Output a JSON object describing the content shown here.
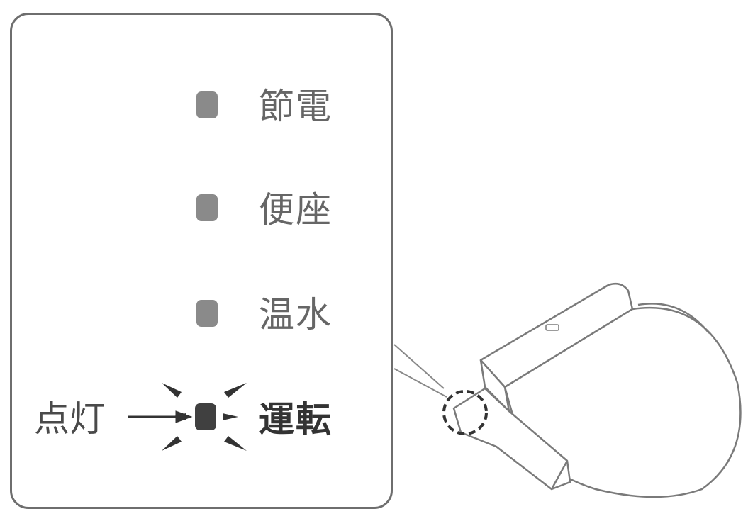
{
  "indicators": [
    {
      "label": "節電",
      "state": "off"
    },
    {
      "label": "便座",
      "state": "off"
    },
    {
      "label": "温水",
      "state": "off"
    },
    {
      "label": "運転",
      "state": "on"
    }
  ],
  "callout": {
    "text": "点灯"
  },
  "colors": {
    "led_off": "#8a8a8a",
    "led_on": "#404040",
    "outline": "#6e6e6e",
    "text": "#666666"
  }
}
